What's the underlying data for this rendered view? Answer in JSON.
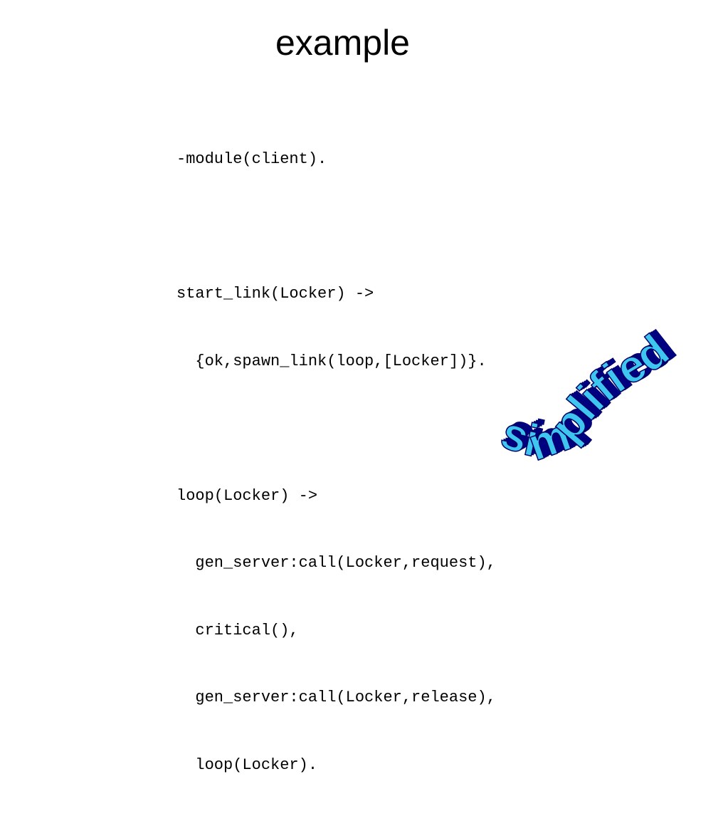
{
  "slide": {
    "title": "example",
    "code_lines": [
      "-module(client).",
      "",
      "start_link(Locker) ->",
      "  {ok,spawn_link(loop,[Locker])}.",
      "",
      "loop(Locker) ->",
      "  gen_server:call(Locker,request),",
      "  critical(),",
      "  gen_server:call(Locker,release),",
      "  loop(Locker)."
    ],
    "wordart": {
      "text": "simplified",
      "face_color": "#3ec6f0",
      "shadow_color": "#00008b",
      "outline_color": "#000066"
    }
  }
}
